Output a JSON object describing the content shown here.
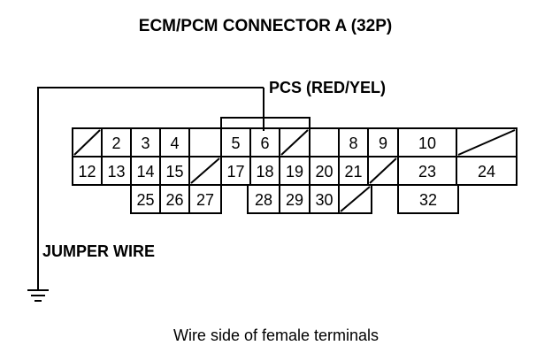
{
  "diagram": {
    "title": "ECM/PCM CONNECTOR A (32P)",
    "pcs_label": "PCS (RED/YEL)",
    "jumper_label": "JUMPER WIRE",
    "caption": "Wire side of female terminals"
  },
  "cells": [
    {
      "id": "r1-blank1",
      "label": ""
    },
    {
      "id": "pin-2",
      "label": "2"
    },
    {
      "id": "pin-3",
      "label": "3"
    },
    {
      "id": "pin-4",
      "label": "4"
    },
    {
      "id": "pin-5",
      "label": "5"
    },
    {
      "id": "pin-6",
      "label": "6"
    },
    {
      "id": "r1-blank7",
      "label": ""
    },
    {
      "id": "pin-8",
      "label": "8"
    },
    {
      "id": "pin-9",
      "label": "9"
    },
    {
      "id": "pin-10",
      "label": "10"
    },
    {
      "id": "r1-blank11",
      "label": ""
    },
    {
      "id": "pin-12",
      "label": "12"
    },
    {
      "id": "pin-13",
      "label": "13"
    },
    {
      "id": "pin-14",
      "label": "14"
    },
    {
      "id": "pin-15",
      "label": "15"
    },
    {
      "id": "r2-blank16",
      "label": ""
    },
    {
      "id": "pin-17",
      "label": "17"
    },
    {
      "id": "pin-18",
      "label": "18"
    },
    {
      "id": "pin-19",
      "label": "19"
    },
    {
      "id": "pin-20",
      "label": "20"
    },
    {
      "id": "pin-21",
      "label": "21"
    },
    {
      "id": "r2-blank22",
      "label": ""
    },
    {
      "id": "pin-23",
      "label": "23"
    },
    {
      "id": "pin-24",
      "label": "24"
    },
    {
      "id": "pin-25",
      "label": "25"
    },
    {
      "id": "pin-26",
      "label": "26"
    },
    {
      "id": "pin-27",
      "label": "27"
    },
    {
      "id": "pin-28",
      "label": "28"
    },
    {
      "id": "pin-29",
      "label": "29"
    },
    {
      "id": "pin-30",
      "label": "30"
    },
    {
      "id": "r3-blank31",
      "label": ""
    },
    {
      "id": "pin-32",
      "label": "32"
    }
  ]
}
